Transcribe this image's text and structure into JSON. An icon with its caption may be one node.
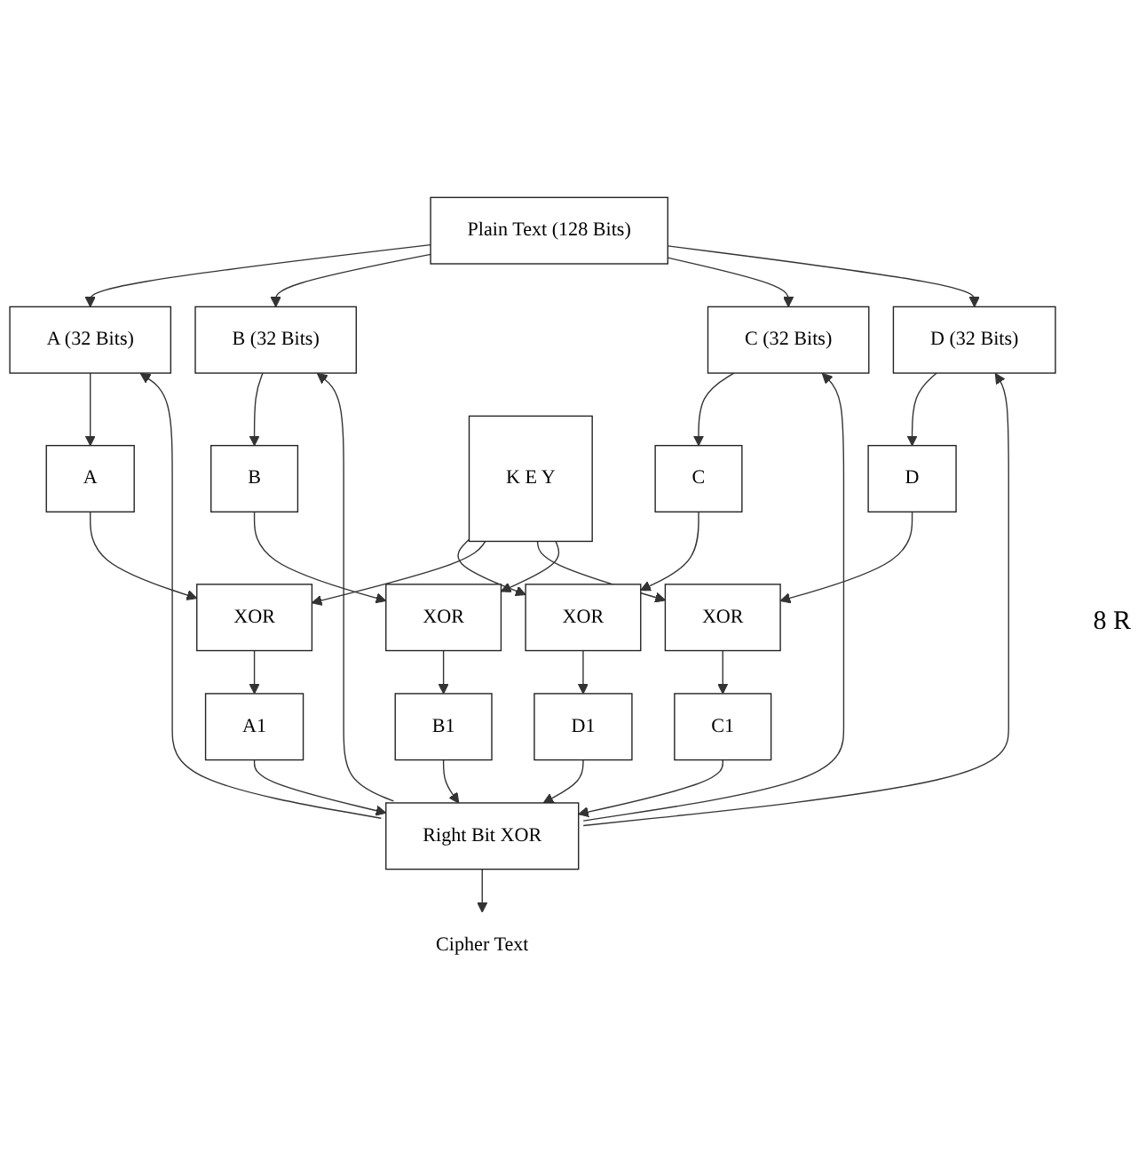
{
  "diagram": {
    "nodes": [
      {
        "text": [
          "Plain Text (128 Bits)"
        ]
      },
      {
        "text": [
          "A (32 Bits)"
        ]
      },
      {
        "text": [
          "B (32 Bits)"
        ]
      },
      {
        "text": [
          "C (32 Bits)"
        ]
      },
      {
        "text": [
          "D (32 Bits)"
        ]
      },
      {
        "text": [
          "C"
        ]
      },
      {
        "text": [
          "A"
        ]
      },
      {
        "text": [
          "D"
        ]
      },
      {
        "text": [
          "B"
        ]
      },
      {
        "text": [
          "K E Y"
        ]
      },
      {
        "text": [
          "XOR"
        ]
      },
      {
        "text": [
          "XOR"
        ]
      },
      {
        "text": [
          "XOR"
        ]
      },
      {
        "text": [
          "XOR"
        ]
      },
      {
        "text": [
          "A1"
        ]
      },
      {
        "text": [
          "B1"
        ]
      },
      {
        "text": [
          "C1"
        ]
      },
      {
        "text": [
          "D1"
        ]
      },
      {
        "text": [
          "Right Bit XOR"
        ]
      },
      {
        "text": [
          "Cipher Text"
        ]
      }
    ],
    "edges": [
      {
        "from": 0,
        "to": 1,
        "arrow": "to"
      },
      {
        "from": 0,
        "to": 2,
        "arrow": "to"
      },
      {
        "from": 0,
        "to": 3,
        "arrow": "to"
      },
      {
        "from": 0,
        "to": 4,
        "arrow": "to"
      },
      {
        "from": 1,
        "to": 6,
        "arrow": "to"
      },
      {
        "from": 2,
        "to": 8,
        "arrow": "to"
      },
      {
        "from": 3,
        "to": 5,
        "arrow": "to"
      },
      {
        "from": 4,
        "to": 7,
        "arrow": "to"
      },
      {
        "from": 5,
        "to": 10,
        "arrow": "to"
      },
      {
        "from": 6,
        "to": 11,
        "arrow": "to"
      },
      {
        "from": 7,
        "to": 12,
        "arrow": "to"
      },
      {
        "from": 8,
        "to": 13,
        "arrow": "to"
      },
      {
        "from": 9,
        "to": 10,
        "arrow": "to"
      },
      {
        "from": 9,
        "to": 11,
        "arrow": "to"
      },
      {
        "from": 9,
        "to": 12,
        "arrow": "to"
      },
      {
        "from": 9,
        "to": 13,
        "arrow": "to"
      },
      {
        "from": 10,
        "to": 17,
        "arrow": "to"
      },
      {
        "from": 11,
        "to": 14,
        "arrow": "to"
      },
      {
        "from": 12,
        "to": 16,
        "arrow": "to"
      },
      {
        "from": 13,
        "to": 15,
        "arrow": "to"
      },
      {
        "from": 14,
        "to": 18,
        "arrow": "to"
      },
      {
        "from": 15,
        "to": 18,
        "arrow": "to"
      },
      {
        "from": 16,
        "to": 18,
        "arrow": "to"
      },
      {
        "from": 17,
        "to": 18,
        "arrow": "to"
      },
      {
        "from": 18,
        "to": 19,
        "arrow": "to"
      },
      {
        "from": 18,
        "to": 1,
        "arrow": "to"
      },
      {
        "from": 18,
        "to": 2,
        "arrow": "to"
      },
      {
        "from": 18,
        "to": 3,
        "arrow": "to"
      },
      {
        "from": 18,
        "to": 4,
        "arrow": "to"
      }
    ],
    "labels": [
      "8 R"
    ]
  }
}
